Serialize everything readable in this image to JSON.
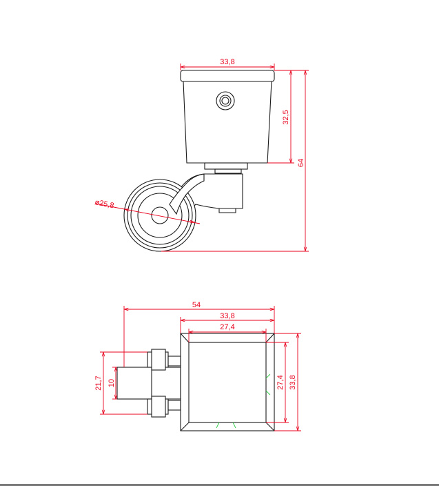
{
  "colors": {
    "dimension": "#e8001c",
    "outline": "#1a1a1a",
    "weld": "#2ecc40",
    "background": "#ffffff"
  },
  "side_view": {
    "top_width": "33,8",
    "socket_height": "32,5",
    "total_height": "64",
    "wheel_diameter": "ø25,8"
  },
  "top_view": {
    "overall_length": "54",
    "plate_width": "33,8",
    "inner_width": "27,4",
    "inner_height": "27,4",
    "plate_height": "33,8",
    "fork_span": "21,7",
    "wheel_width": "10"
  }
}
